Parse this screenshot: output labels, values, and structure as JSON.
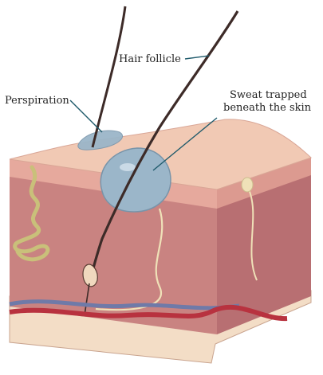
{
  "labels": {
    "hair_follicle": "Hair follicle",
    "perspiration": "Perspiration",
    "sweat_trapped_line1": "Sweat trapped",
    "sweat_trapped_line2": "beneath the skin"
  },
  "colors": {
    "skin_surface": "#f1c9b4",
    "epidermis": "#e6a99d",
    "dermis_front": "#c98381",
    "dermis_side": "#b86f72",
    "subcutaneous": "#f3ddc6",
    "sweat": "#9bb6c9",
    "hair": "#3d2b28",
    "artery": "#b8323f",
    "vein": "#6f7aa8",
    "nerve": "#efe1b8",
    "gland": "#c9c07a",
    "leader_line": "#1f5a6b"
  }
}
